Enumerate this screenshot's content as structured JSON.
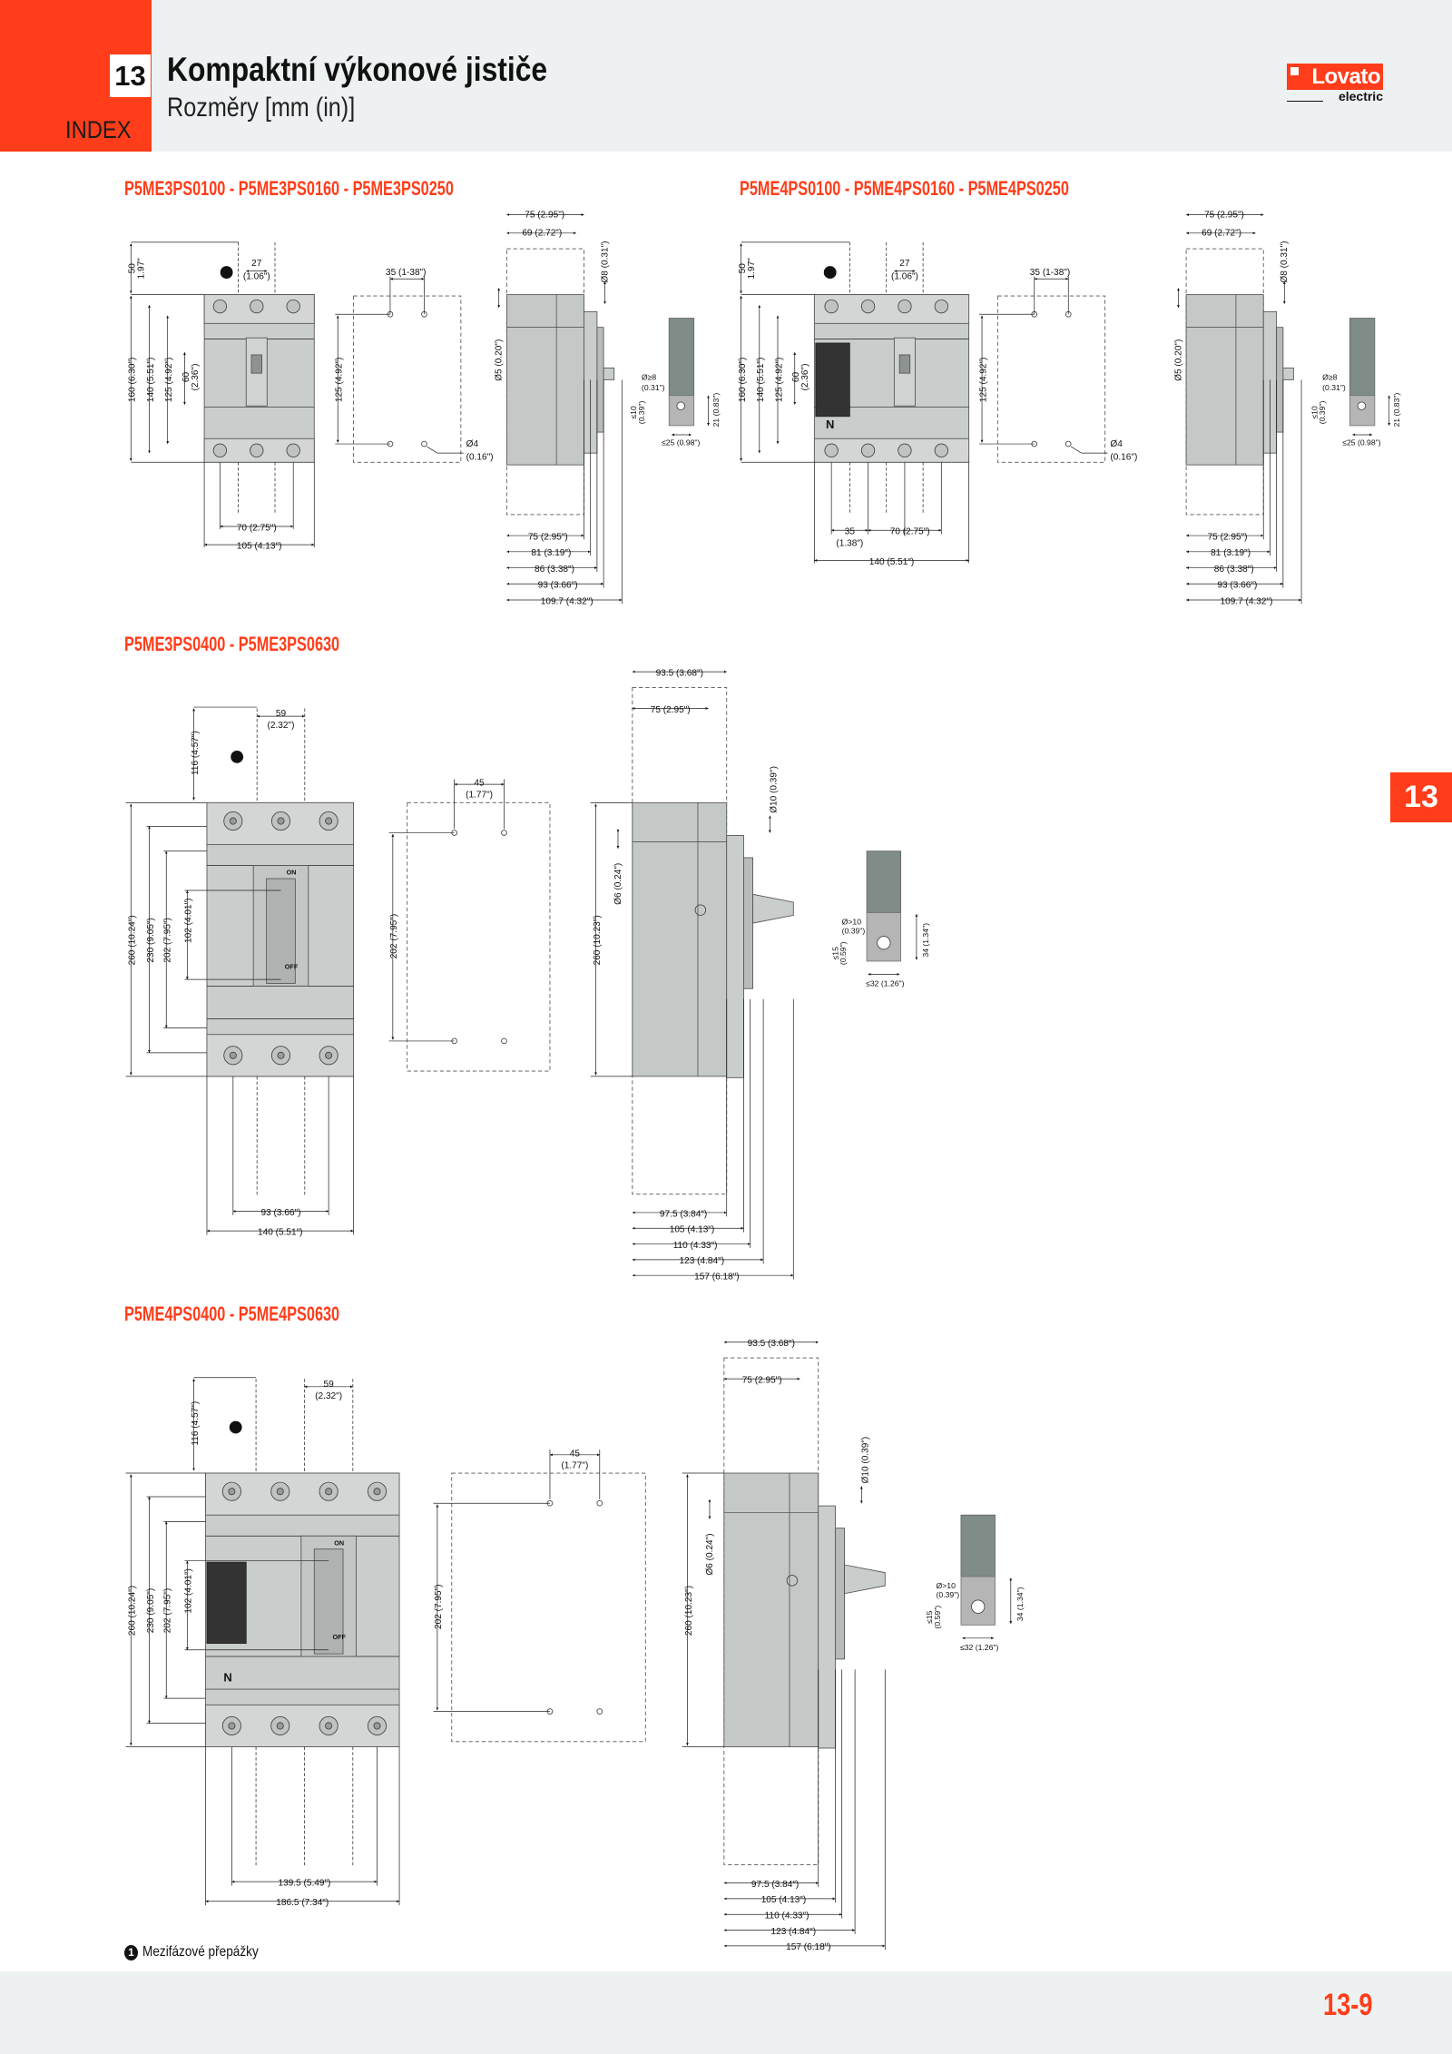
{
  "header": {
    "chapter": "13",
    "title": "Kompaktní výkonové jističe",
    "subtitle": "Rozměry [mm (in)]",
    "index_label": "INDEX"
  },
  "logo": {
    "brand": "Lovato",
    "sub": "electric"
  },
  "side_tab": "13",
  "colors": {
    "accent": "#ff3d1a",
    "band": "#eef1f2",
    "body": "#c9cdcc",
    "busbar": "#7f8c88"
  },
  "breaker_marks": {
    "on": "ON",
    "off": "OFF",
    "neutral": "N"
  },
  "sections": [
    {
      "title": "P5ME3PS0100 - P5ME3PS0160 - P5ME3PS0250",
      "labels": [
        "50",
        "1.97\"",
        "27",
        "(1.06\")",
        "160 (6.30\")",
        "140 (5.51\")",
        "125 (4.92\")",
        "60",
        "(2.36\")",
        "70 (2.75\")",
        "105 (4.13\")",
        "35 (1-38\")",
        "125 (4.92\")",
        "Ø4",
        "(0.16\")",
        "75 (2.95\")",
        "69 (2.72\")",
        "Ø8 (0.31\")",
        "Ø5 (0.20\")",
        "75 (2.95\")",
        "81 (3.19\")",
        "86 (3.38\")",
        "93 (3.66\")",
        "109.7 (4.32\")",
        "Ø≥8",
        "(0.31\")",
        "≤10",
        "(0.39\")",
        "21 (0.83\")",
        "≤25 (0.98\")"
      ]
    },
    {
      "title": "P5ME4PS0100 - P5ME4PS0160 - P5ME4PS0250",
      "labels": [
        "50",
        "1.97\"",
        "27",
        "(1.06\")",
        "160 (6.30\")",
        "140 (5.51\")",
        "125 (4.92\")",
        "60",
        "(2.36\")",
        "70 (2.75\")",
        "140 (5.51\")",
        "35 (1-38\")",
        "125 (4.92\")",
        "Ø4",
        "(0.16\")",
        "75 (2.95\")",
        "69 (2.72\")",
        "Ø8 (0.31\")",
        "Ø5 (0.20\")",
        "75 (2.95\")",
        "81 (3.19\")",
        "86 (3.38\")",
        "93 (3.66\")",
        "109.7 (4.32\")",
        "Ø≥8",
        "(0.31\")",
        "≤10",
        "(0.39\")",
        "21 (0.83\")",
        "≤25 (0.98\")",
        "35",
        "(1.38\")"
      ]
    },
    {
      "title": "P5ME3PS0400 - P5ME3PS0630",
      "labels": [
        "116 (4.57\")",
        "59",
        "(2.32\")",
        "260 (10.24\")",
        "230 (9.05\")",
        "202 (7.95\")",
        "102 (4.01\")",
        "93 (3.66\")",
        "140 (5.51\")",
        "45",
        "(1.77\")",
        "202 (7.95\")",
        "93.5 (3.68\")",
        "75 (2.95\")",
        "Ø10 (0.39\")",
        "Ø6 (0.24\")",
        "260 (10.23\")",
        "97.5 (3.84\")",
        "105 (4.13\")",
        "110 (4.33\")",
        "123 (4.84\")",
        "157 (6.18\")",
        "Ø>10",
        "(0.39\")",
        "≤15",
        "(0.59\")",
        "34 (1.34\")",
        "≤32 (1.26\")"
      ]
    },
    {
      "title": "P5ME4PS0400 - P5ME4PS0630",
      "labels": [
        "116 (4.57\")",
        "59",
        "(2.32\")",
        "260 (10.24\")",
        "230 (9.05\")",
        "202 (7.95\")",
        "102 (4.01\")",
        "139.5 (5.49\")",
        "186.5 (7.34\")",
        "45",
        "(1.77\")",
        "202 (7.95\")",
        "93.5 (3.68\")",
        "75 (2.95\")",
        "Ø10 (0.39\")",
        "Ø6 (0.24\")",
        "260 (10.23\")",
        "97.5 (3.84\")",
        "105 (4.13\")",
        "110 (4.33\")",
        "123 (4.84\")",
        "157 (6.18\")",
        "Ø>10",
        "(0.39\")",
        "≤15",
        "(0.59\")",
        "34 (1.34\")",
        "≤32 (1.26\")"
      ]
    }
  ],
  "footnote": {
    "marker": "1",
    "text": "Mezifázové přepážky"
  },
  "page_number": "13-9"
}
